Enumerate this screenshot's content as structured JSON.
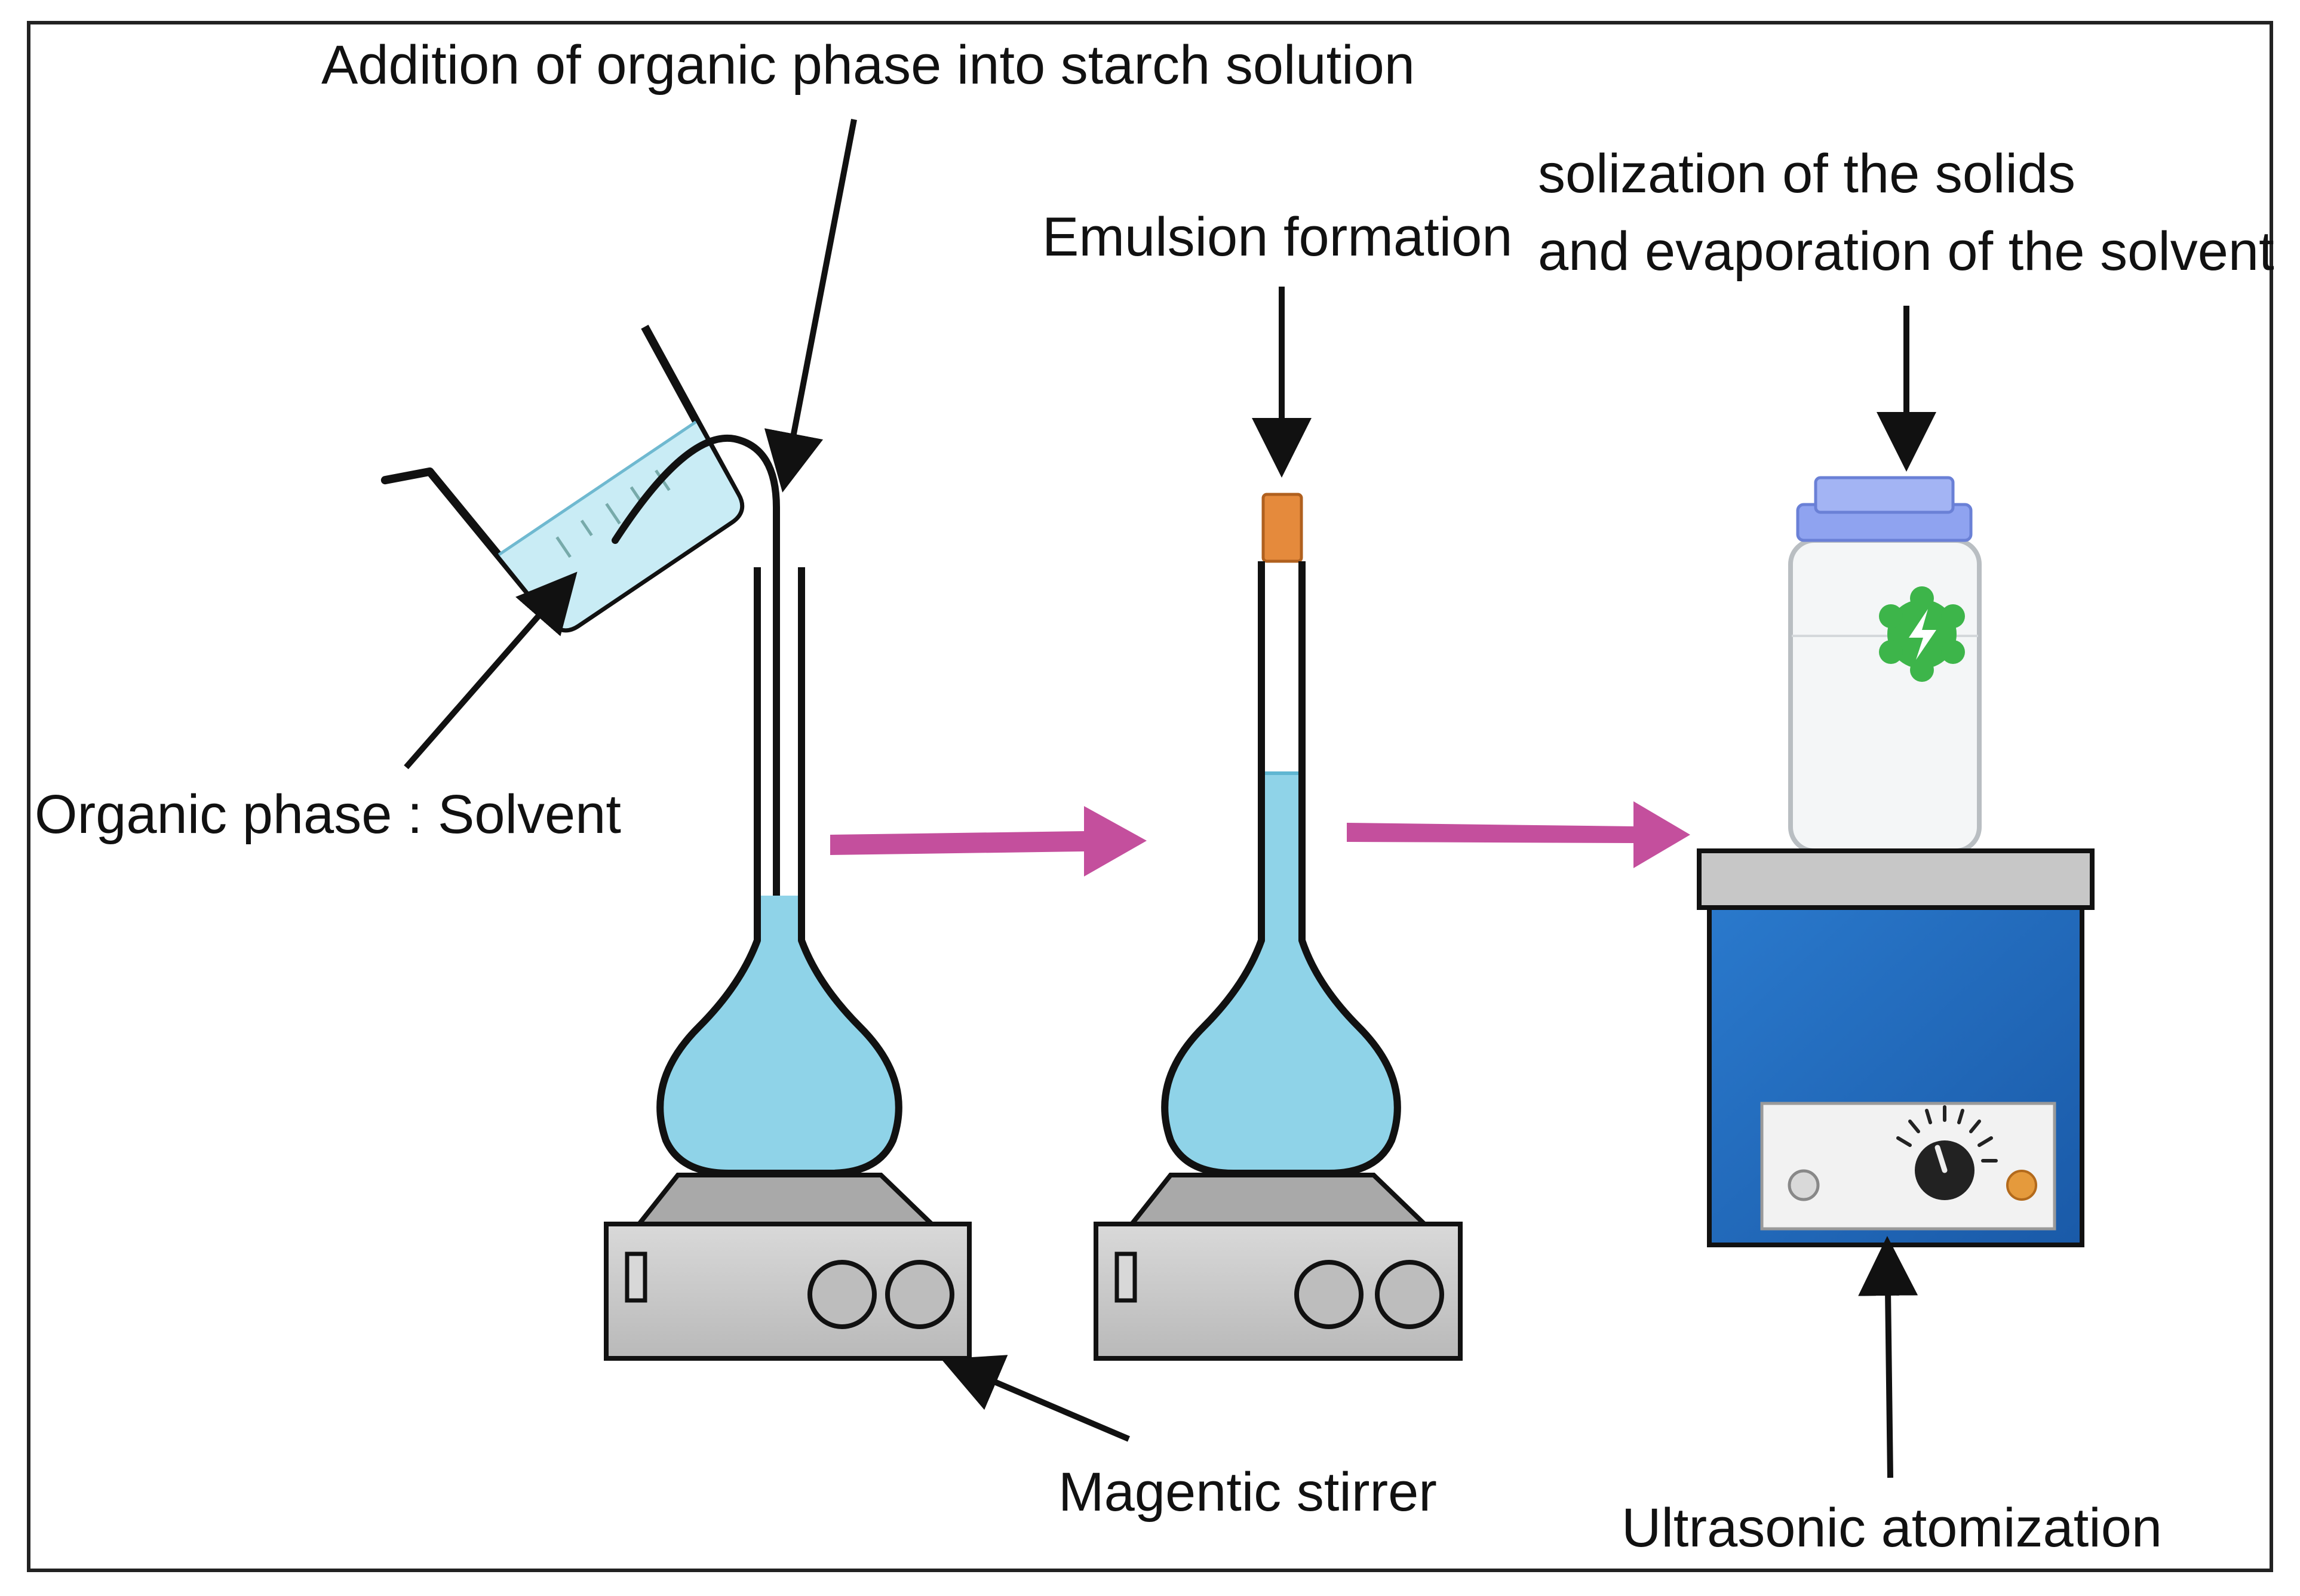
{
  "labels": {
    "addition": "Addition of organic phase into starch solution",
    "organic_phase": "Organic  phase : Solvent",
    "emulsion": "Emulsion formation",
    "solization_line1": "solization of the solids",
    "solization_line2": "and evaporation of the solvent",
    "magnetic_stirrer": "Magentic stirrer",
    "ultrasonic": "Ultrasonic atomization"
  },
  "colors": {
    "liquid": "#8fd3e8",
    "liquid_light": "#c9ecf5",
    "process_arrow": "#c44f9d",
    "stirrer_body": "#c8c8c8",
    "stirrer_top": "#a9a9a9",
    "device_body": "#1f6bbf",
    "device_top": "#c7c7c7",
    "lid": "#8fa3f0",
    "stopper": "#e58a3c",
    "badge": "#3db54a",
    "outline": "#111111"
  },
  "icons": {
    "badge": "lightning-badge-icon",
    "knob": "knob-icon"
  }
}
